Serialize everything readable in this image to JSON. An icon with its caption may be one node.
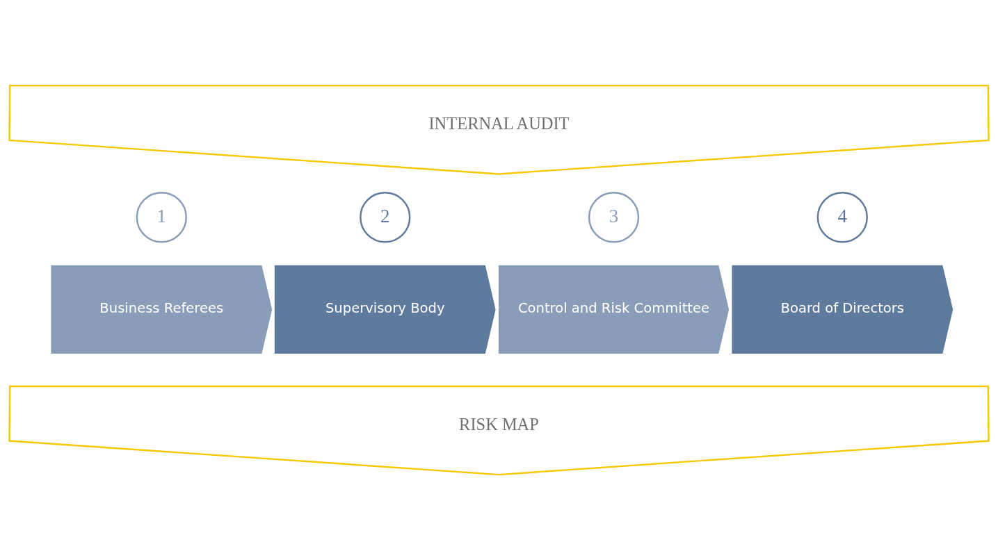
{
  "diagram": {
    "nodes": [
      {
        "text": [
          "INTERNAL AUDIT"
        ]
      },
      {
        "text": [
          "1"
        ]
      },
      {
        "text": [
          "Business Referees"
        ]
      },
      {
        "text": [
          "2"
        ]
      },
      {
        "text": [
          "Supervisory Body"
        ]
      },
      {
        "text": [
          "3"
        ]
      },
      {
        "text": [
          "Control and Risk Committee"
        ]
      },
      {
        "text": [
          "4"
        ]
      },
      {
        "text": [
          "Board of Directors"
        ]
      },
      {
        "text": [
          "RISK MAP"
        ]
      }
    ],
    "edges": []
  }
}
